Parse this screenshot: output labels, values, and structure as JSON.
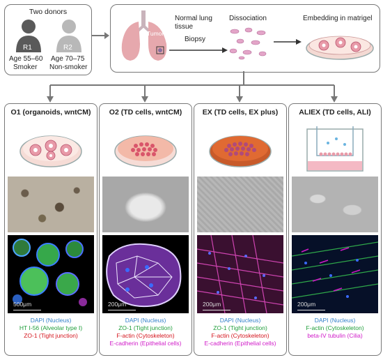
{
  "donors": {
    "title": "Two donors",
    "r1": {
      "badge": "R1",
      "line1": "Age 55–60",
      "line2": "Smoker"
    },
    "r2": {
      "badge": "R2",
      "line1": "Age 70–75",
      "line2": "Non-smoker"
    }
  },
  "workflow": {
    "tumor_label": "Tumor",
    "normal_tissue": "Normal lung\ntissue",
    "biopsy": "Biopsy",
    "dissociation": "Dissociation",
    "embedding": "Embedding  in matrigel"
  },
  "panels": [
    {
      "title": "O1 (organoids, wntCM)",
      "scale": "500μm",
      "legend": [
        [
          "DAPI (Nucleus)",
          "blue"
        ],
        [
          "HT Ⅰ-56 (Alveolar type Ⅰ)",
          "green"
        ],
        [
          "ZO-1 (Tight junction)",
          "red"
        ]
      ]
    },
    {
      "title": "O2 (TD cells, wntCM)",
      "scale": "200μm",
      "legend": [
        [
          "DAPI (Nucleus)",
          "blue"
        ],
        [
          "ZO-1 (Tight junction)",
          "green"
        ],
        [
          "F-actin (Cytoskeleton)",
          "red"
        ],
        [
          "E-cadherin (Epithelial cells)",
          "magenta"
        ]
      ]
    },
    {
      "title": "EX (TD cells, EX plus)",
      "scale": "200μm",
      "legend": [
        [
          "DAPI (Nucleus)",
          "blue"
        ],
        [
          "ZO-1 (Tight junction)",
          "green"
        ],
        [
          "F-actin (Cytoskeleton)",
          "red"
        ],
        [
          "E-cadherin (Epithelial cells)",
          "magenta"
        ]
      ]
    },
    {
      "title": "ALIEX (TD cells, ALI)",
      "scale": "200μm",
      "legend": [
        [
          "DAPI (Nucleus)",
          "blue"
        ],
        [
          "F-actin (Cytoskeleton)",
          "green"
        ],
        [
          "beta-IV tubulin (Cilia)",
          "magenta"
        ]
      ]
    }
  ]
}
